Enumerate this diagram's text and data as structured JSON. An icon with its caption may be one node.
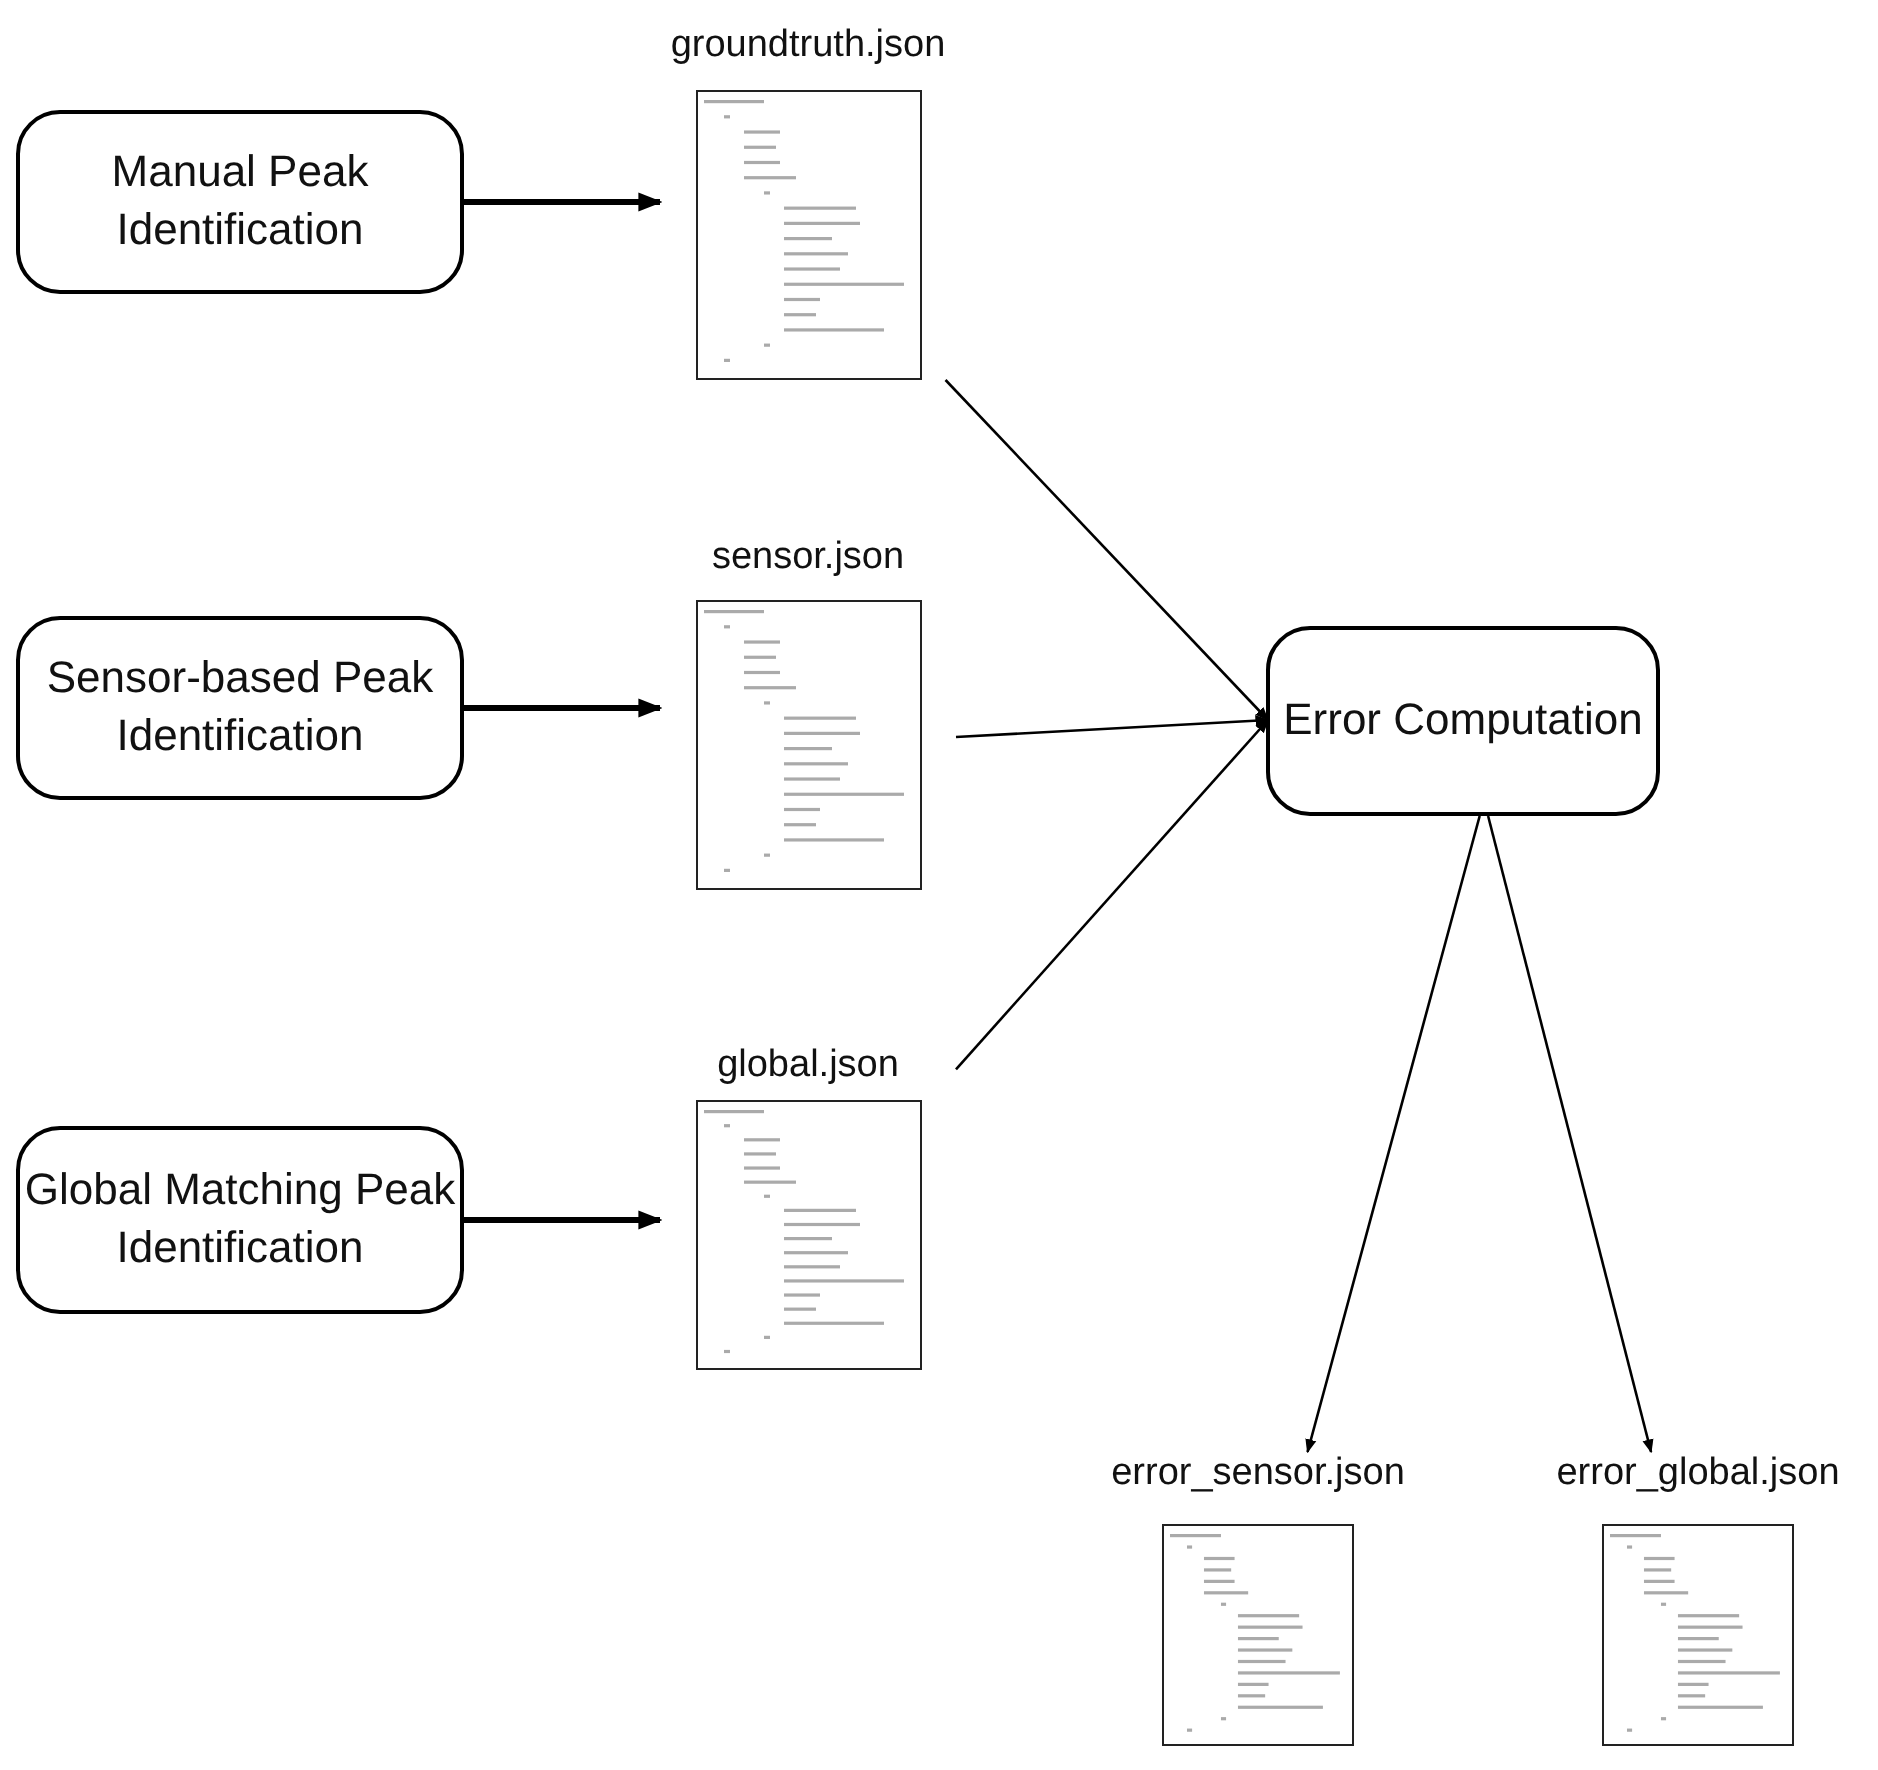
{
  "diagram": {
    "nodes": [
      {
        "text": [
          "Manual Peak Identification"
        ]
      },
      {
        "text": [],
        "shape": "picture",
        "beside": [
          "groundtruth.json"
        ]
      },
      {
        "text": [
          "Sensor-based Peak Identification"
        ]
      },
      {
        "text": [],
        "shape": "picture",
        "beside": [
          "sensor.json"
        ]
      },
      {
        "text": [
          "Global Matching Peak Identification"
        ]
      },
      {
        "text": [],
        "shape": "picture",
        "beside": [
          "global.json"
        ]
      },
      {
        "text": [
          "Error Computation"
        ]
      },
      {
        "text": [],
        "shape": "picture",
        "beside": [
          "error_sensor.json"
        ]
      },
      {
        "text": [],
        "shape": "picture",
        "beside": [
          "error_global.json"
        ]
      }
    ],
    "edges": [
      {
        "from": 0,
        "to": 1,
        "arrow": "to",
        "style": "thick"
      },
      {
        "from": 2,
        "to": 3,
        "arrow": "to",
        "style": "thick"
      },
      {
        "from": 4,
        "to": 5,
        "arrow": "to",
        "style": "thick"
      },
      {
        "from": 1,
        "to": 6,
        "arrow": "to"
      },
      {
        "from": 3,
        "to": 6,
        "arrow": "to"
      },
      {
        "from": 5,
        "to": 6,
        "arrow": "to"
      },
      {
        "from": 6,
        "to": 7,
        "arrow": "to"
      },
      {
        "from": 6,
        "to": 8,
        "arrow": "to"
      }
    ]
  }
}
